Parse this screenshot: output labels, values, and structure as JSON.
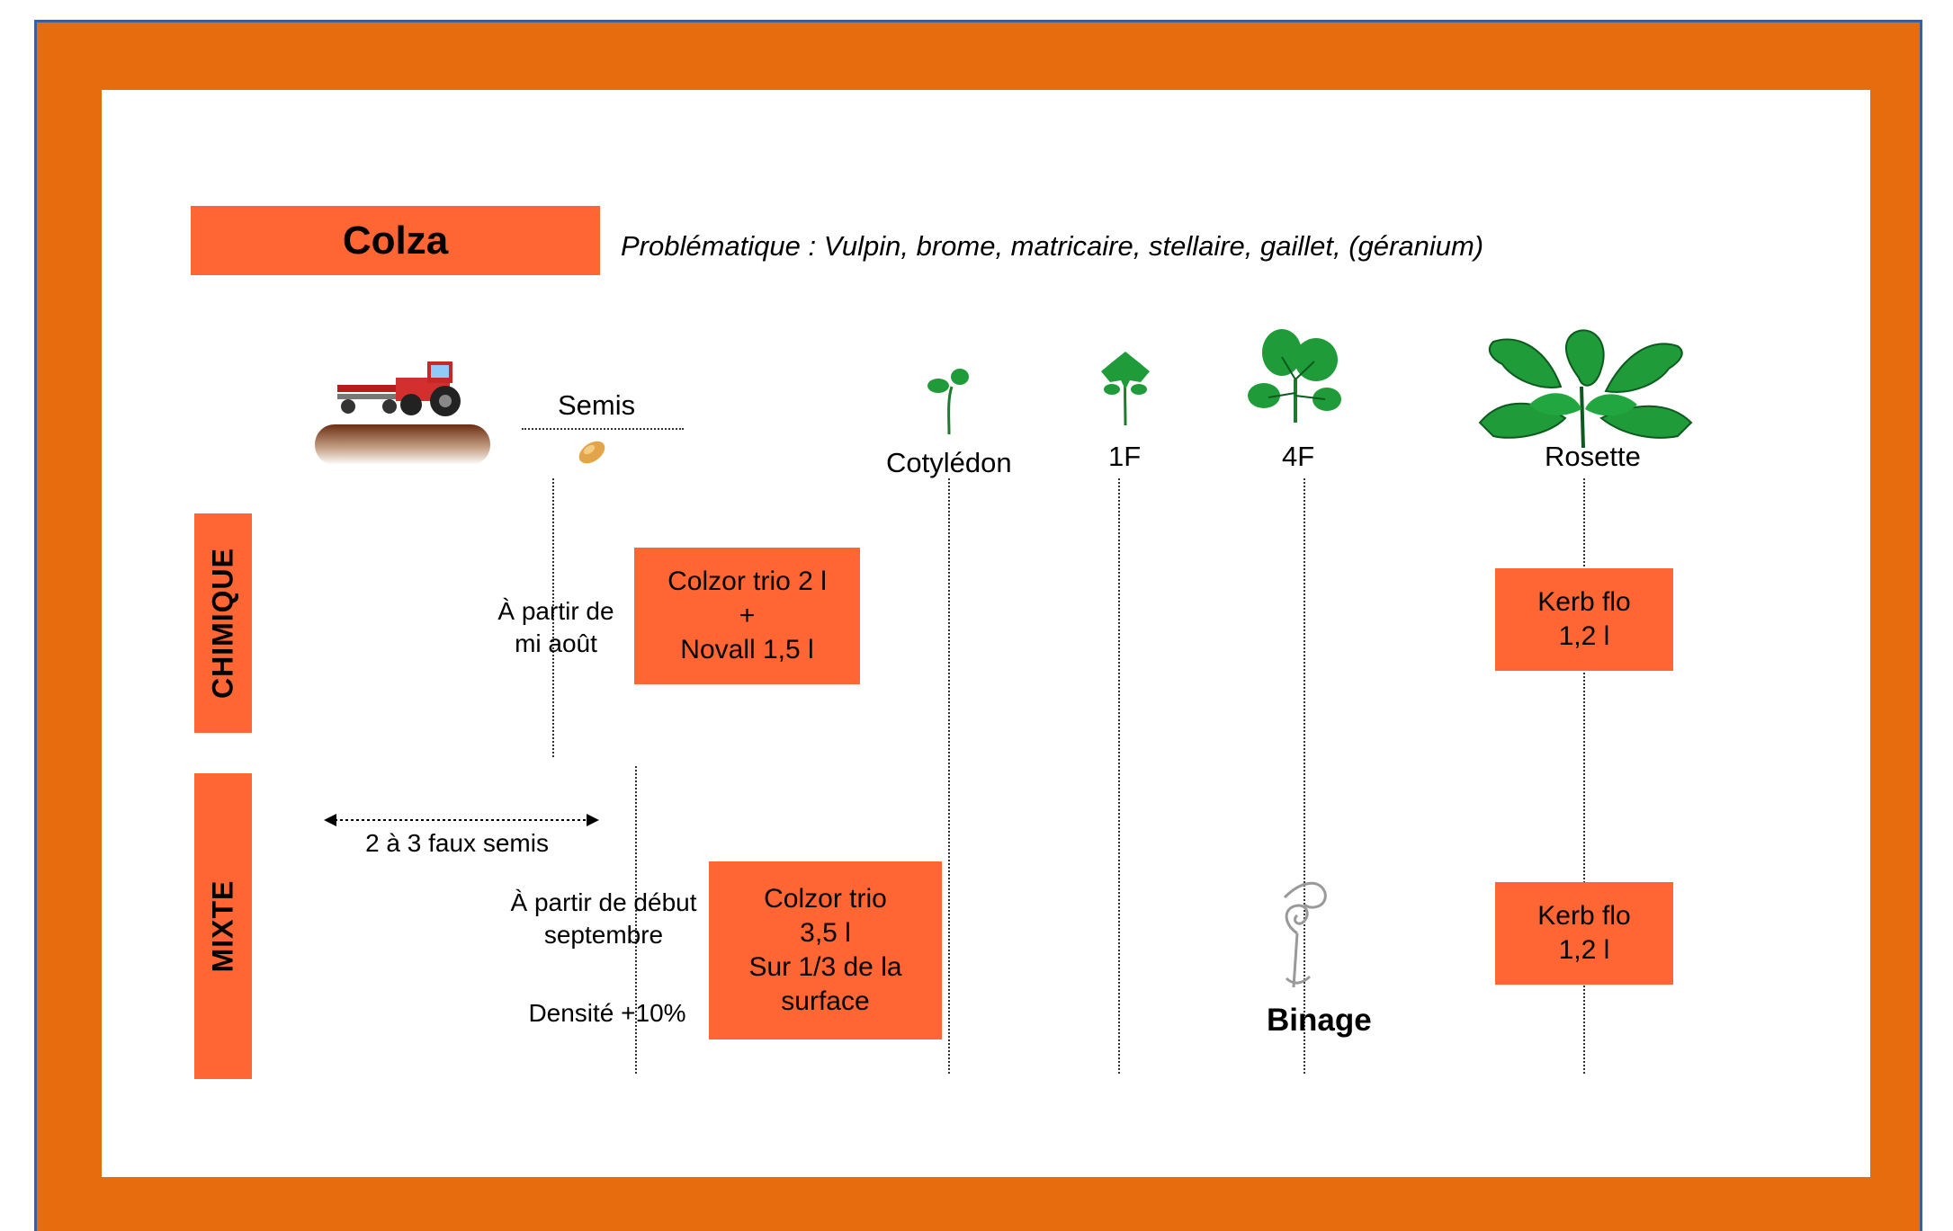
{
  "header": {
    "crop": "Colza",
    "problem": "Problématique : Vulpin, brome, matricaire, stellaire, gaillet, (géranium)"
  },
  "stages": {
    "semis": "Semis",
    "cotyledon": "Cotylédon",
    "f1": "1F",
    "f4": "4F",
    "rosette": "Rosette"
  },
  "sections": {
    "chimique": "CHIMIQUE",
    "mixte": "MIXTE"
  },
  "chimique": {
    "timing": "À partir de\nmi août",
    "treatment_pre": "Colzor trio 2 l\n+\nNovall 1,5 l",
    "treatment_rosette": "Kerb flo\n1,2 l"
  },
  "mixte": {
    "false_seeding": "2 à 3 faux semis",
    "timing": "À partir de début\nseptembre",
    "density": "Densité +10%",
    "treatment_pre": "Colzor trio\n3,5 l\nSur 1/3 de la\nsurface",
    "hoeing": "Binage",
    "treatment_rosette": "Kerb flo\n1,2 l"
  },
  "colors": {
    "frame": "#e66c0e",
    "box": "#ff6633",
    "leaf": "#1f9b3a"
  },
  "icons": [
    "tractor-icon",
    "seed-icon",
    "cotyledon-plant-icon",
    "one-leaf-plant-icon",
    "four-leaf-plant-icon",
    "rosette-plant-icon",
    "hoe-icon"
  ]
}
